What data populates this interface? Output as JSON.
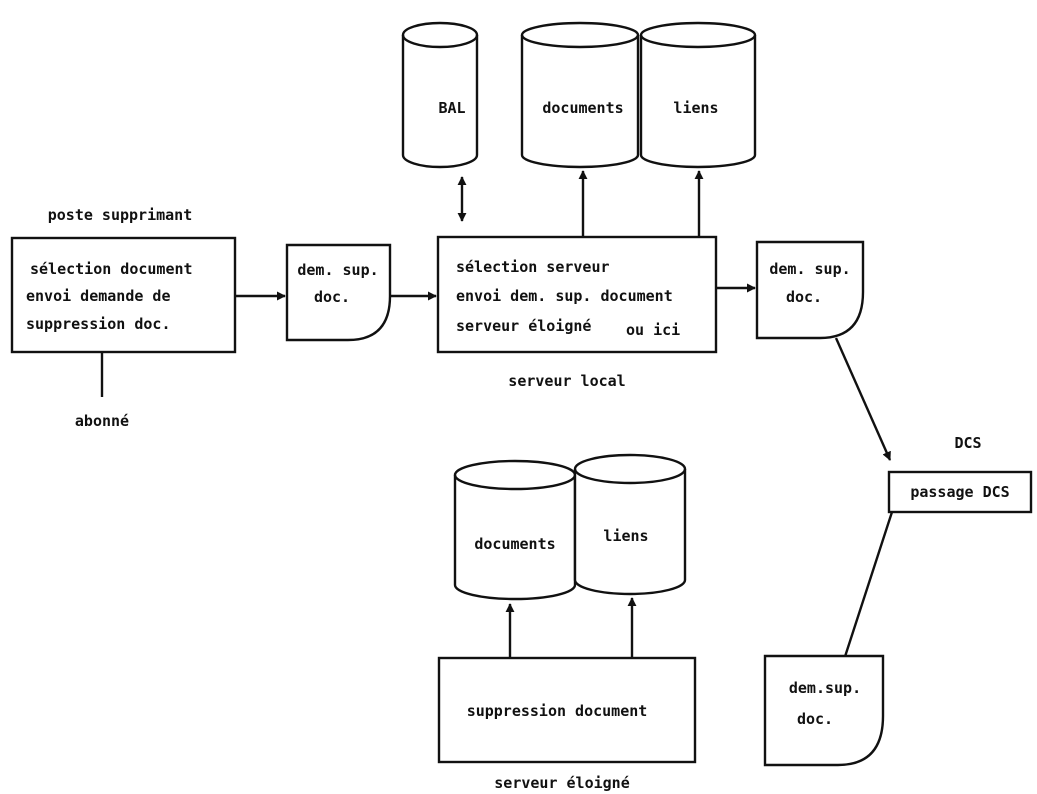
{
  "colors": {
    "ink": "#111111",
    "background": "#ffffff"
  },
  "labels": {
    "poste_supprimant": "poste supprimant",
    "abonne": "abonné",
    "serveur_local": "serveur local",
    "serveur_eloigne": "serveur éloigné",
    "dcs": "DCS"
  },
  "boxes": {
    "poste": [
      "sélection document",
      "envoi demande de",
      "suppression doc."
    ],
    "serveur_local": [
      "sélection serveur",
      "envoi dem. sup. document",
      "serveur éloigné"
    ],
    "serveur_local_extra": "ou ici",
    "passage_dcs": "passage DCS",
    "suppression": "suppression document"
  },
  "documents": {
    "dem_sup_1": [
      "dem. sup.",
      "doc."
    ],
    "dem_sup_2": [
      "dem. sup.",
      "doc."
    ],
    "dem_sup_3": [
      "dem.sup.",
      "doc."
    ]
  },
  "databases": {
    "local_bal": "BAL",
    "local_documents": "documents",
    "local_liens": "liens",
    "remote_documents": "documents",
    "remote_liens": "liens"
  }
}
